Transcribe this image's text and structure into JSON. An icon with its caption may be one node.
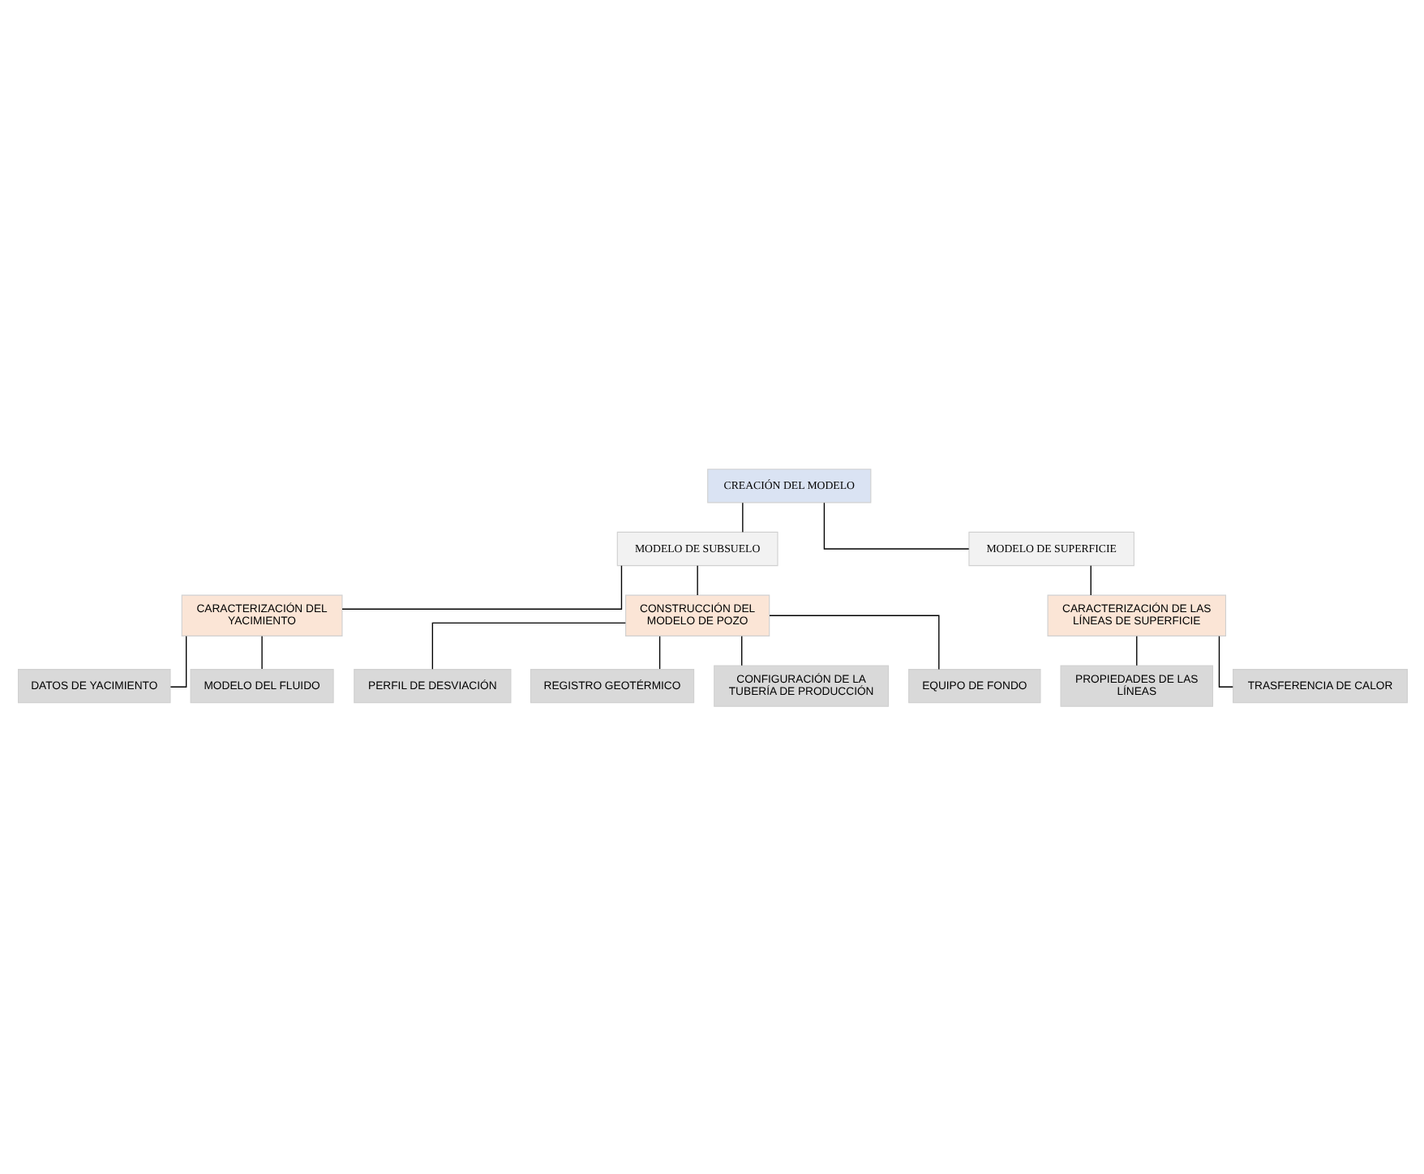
{
  "diagram": {
    "nodes": [
      {
        "text": [
          "CREACIÓN DEL MODELO"
        ]
      },
      {
        "text": [
          "MODELO DE SUBSUELO"
        ]
      },
      {
        "text": [
          "MODELO DE SUPERFICIE"
        ]
      },
      {
        "text": [
          "CARACTERIZACIÓN DEL YACIMIENTO"
        ]
      },
      {
        "text": [
          "CONSTRUCCIÓN DEL MODELO DE POZO"
        ]
      },
      {
        "text": [
          "CARACTERIZACIÓN DE LAS LÍNEAS DE SUPERFICIE"
        ]
      },
      {
        "text": [
          "DATOS DE YACIMIENTO"
        ]
      },
      {
        "text": [
          "MODELO DEL FLUIDO"
        ]
      },
      {
        "text": [
          "PERFIL DE DESVIACIÓN"
        ]
      },
      {
        "text": [
          "REGISTRO GEOTÉRMICO"
        ]
      },
      {
        "text": [
          "CONFIGURACIÓN DE LA TUBERÍA DE PRODUCCIÓN"
        ]
      },
      {
        "text": [
          "EQUIPO DE FONDO"
        ]
      },
      {
        "text": [
          "PROPIEDADES DE LAS LÍNEAS"
        ]
      },
      {
        "text": [
          "TRASFERENCIA DE CALOR"
        ]
      }
    ],
    "edges": [
      {
        "from": 0,
        "to": 1,
        "arrow": "none"
      },
      {
        "from": 0,
        "to": 2,
        "arrow": "none"
      },
      {
        "from": 1,
        "to": 3,
        "arrow": "none"
      },
      {
        "from": 1,
        "to": 4,
        "arrow": "none"
      },
      {
        "from": 2,
        "to": 5,
        "arrow": "none"
      },
      {
        "from": 3,
        "to": 6,
        "arrow": "none"
      },
      {
        "from": 3,
        "to": 7,
        "arrow": "none"
      },
      {
        "from": 4,
        "to": 8,
        "arrow": "none"
      },
      {
        "from": 4,
        "to": 9,
        "arrow": "none"
      },
      {
        "from": 4,
        "to": 10,
        "arrow": "none"
      },
      {
        "from": 4,
        "to": 11,
        "arrow": "none"
      },
      {
        "from": 5,
        "to": 12,
        "arrow": "none"
      },
      {
        "from": 5,
        "to": 13,
        "arrow": "none"
      }
    ]
  }
}
